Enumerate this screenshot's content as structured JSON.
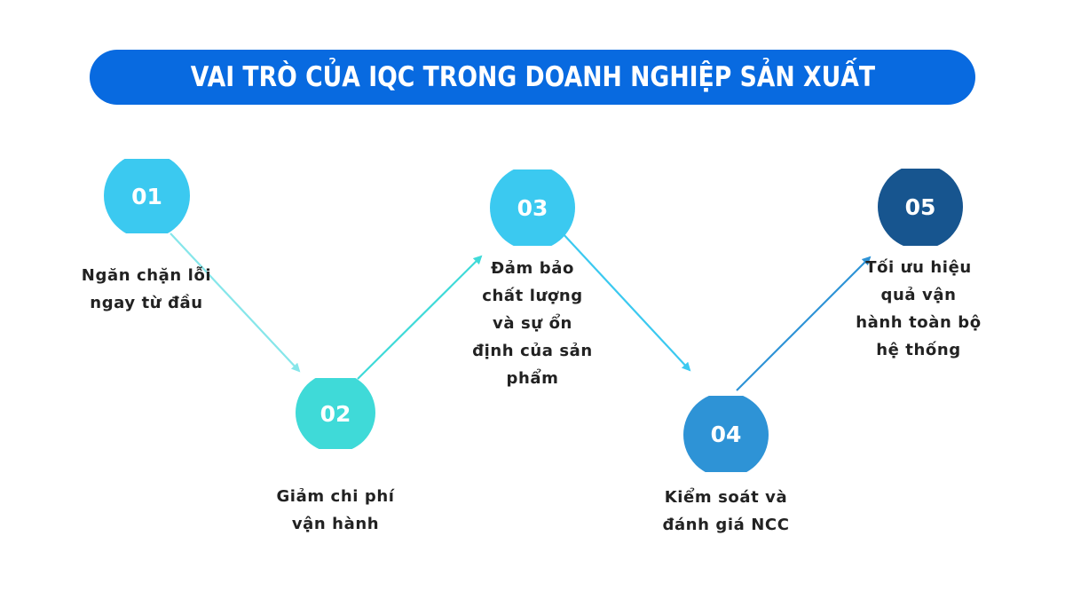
{
  "title": "VAI TRÒ CỦA IQC TRONG DOANH NGHIỆP SẢN XUẤT",
  "colors": {
    "title_bg": "#086AE0",
    "step1": "#3BC9F0",
    "step2": "#3FDAD8",
    "step3": "#3BC9F0",
    "step4": "#2E93D6",
    "step5": "#17558F",
    "arrow1": "#86E6EA",
    "arrow2": "#3FDAD8",
    "arrow3": "#3BC9F0",
    "arrow4": "#2E93D6",
    "text": "#222222"
  },
  "steps": [
    {
      "number": "01",
      "label": "Ngăn chặn lỗi ngay từ đầu",
      "lines": [
        "Ngăn chặn lỗi",
        "ngay từ đầu"
      ]
    },
    {
      "number": "02",
      "label": "Giảm chi phí vận hành",
      "lines": [
        "Giảm chi phí",
        "vận hành"
      ]
    },
    {
      "number": "03",
      "label": "Đảm bảo chất lượng và sự ổn định của sản phẩm",
      "lines": [
        "Đảm bảo",
        "chất lượng",
        "và sự ổn",
        "định của sản",
        "phẩm"
      ]
    },
    {
      "number": "04",
      "label": "Kiểm soát và đánh giá NCC",
      "lines": [
        "Kiểm soát và",
        "đánh giá NCC"
      ]
    },
    {
      "number": "05",
      "label": "Tối ưu hiệu quả vận hành toàn bộ hệ thống",
      "lines": [
        "Tối ưu hiệu",
        "quả vận",
        "hành toàn bộ",
        "hệ thống"
      ]
    }
  ]
}
